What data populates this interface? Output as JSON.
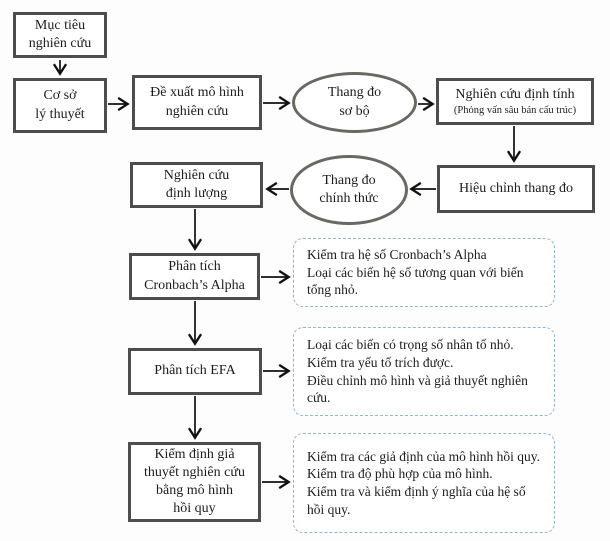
{
  "diagram": {
    "type": "flowchart",
    "language": "vi",
    "colors": {
      "box_border": "#4d4d4d",
      "ellipse_border": "#666b62",
      "note_border": "#8fb6cc",
      "text": "#1c1c1c",
      "arrow": "#111111",
      "background": "#fdfdfd"
    }
  },
  "nodes": {
    "muc_tieu": {
      "label": "Mục tiêu\nnghiên cứu"
    },
    "co_so": {
      "label": "Cơ sở\nlý thuyết"
    },
    "de_xuat": {
      "label": "Đề xuất mô hình\nnghiên cứu"
    },
    "thang_do_so_bo": {
      "label": "Thang đo\nsơ bộ"
    },
    "nc_dinh_tinh": {
      "label": "Nghiên cứu định tính",
      "sublabel": "(Phỏng vấn sâu bán cấu trúc)"
    },
    "hieu_chinh": {
      "label": "Hiệu chỉnh thang đo"
    },
    "thang_do_chinh_thuc": {
      "label": "Thang đo\nchính thức"
    },
    "nc_dinh_luong": {
      "label": "Nghiên cứu\nđịnh lượng"
    },
    "cronbach": {
      "label": "Phân tích\nCronbach’s Alpha"
    },
    "efa": {
      "label": "Phân tích EFA"
    },
    "kiem_dinh": {
      "label": "Kiểm định giả\nthuyết nghiên cứu\nbằng mô hình\nhồi quy"
    },
    "note_cronbach": {
      "text": "Kiểm tra hệ số Cronbach’s Alpha\nLoại các biến hệ số tương quan với biến tổng nhỏ."
    },
    "note_efa": {
      "text": "Loại các biến có trọng số nhân tố nhỏ.\nKiểm tra yếu tố trích được.\nĐiều chỉnh mô hình và giả thuyết nghiên cứu."
    },
    "note_hoi_quy": {
      "text": "Kiểm tra các giả định của mô hình hồi quy.\nKiểm tra độ phù hợp của mô hình.\nKiểm tra và kiểm định ý nghĩa của hệ số hồi quy."
    }
  }
}
